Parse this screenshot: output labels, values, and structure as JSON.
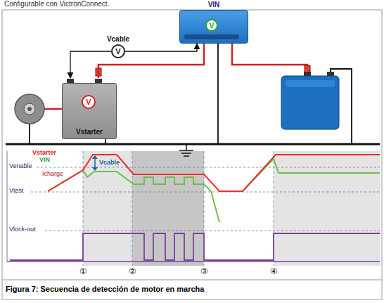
{
  "diagram": {
    "caption": "Figura 7: Secuencia de detección de motor en marcha",
    "nodes": [
      {
        "text": [
          "VIN"
        ]
      },
      {
        "text": [
          "V"
        ],
        "in": 0
      },
      {
        "text": [
          "Vstarter"
        ]
      },
      {
        "text": [
          "V"
        ],
        "in": 2
      },
      {
        "text": [
          "Vcable",
          "V"
        ]
      }
    ],
    "edges": [
      {
        "from": 4,
        "to": 2,
        "arrow": "to"
      },
      {
        "from": 4,
        "to": 0,
        "arrow": "to"
      },
      {
        "from": 2,
        "to": 0,
        "arrow": "none"
      }
    ],
    "labels": [
      "Configurable con VictronConnect.",
      "Vstarter",
      "VIN",
      "Icharge",
      "Venable",
      "Vtest",
      "Vlock-out",
      "Vcable",
      "①",
      "②",
      "③",
      "④"
    ]
  }
}
